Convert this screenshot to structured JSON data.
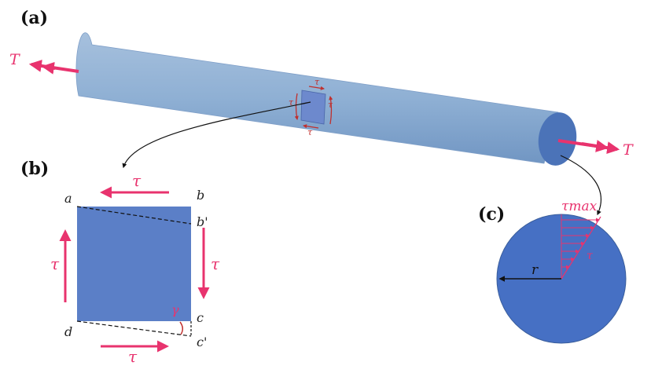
{
  "panels": {
    "a": "(a)",
    "b": "(b)",
    "c": "(c)"
  },
  "torque": {
    "left": "T",
    "right": "T"
  },
  "element": {
    "tau": "τ"
  },
  "square": {
    "corners": {
      "a": "a",
      "b": "b",
      "b_prime": "b'",
      "c": "c",
      "c_prime": "c'",
      "d": "d"
    },
    "tau": "τ",
    "gamma": "γ"
  },
  "section": {
    "tau_max": "τmax",
    "tau": "τ",
    "radius": "r"
  },
  "colors": {
    "accent": "#e8336e",
    "shaft": "#8fb0d4",
    "square_fill": "#5b7fc7",
    "section_fill": "#4670c4"
  }
}
